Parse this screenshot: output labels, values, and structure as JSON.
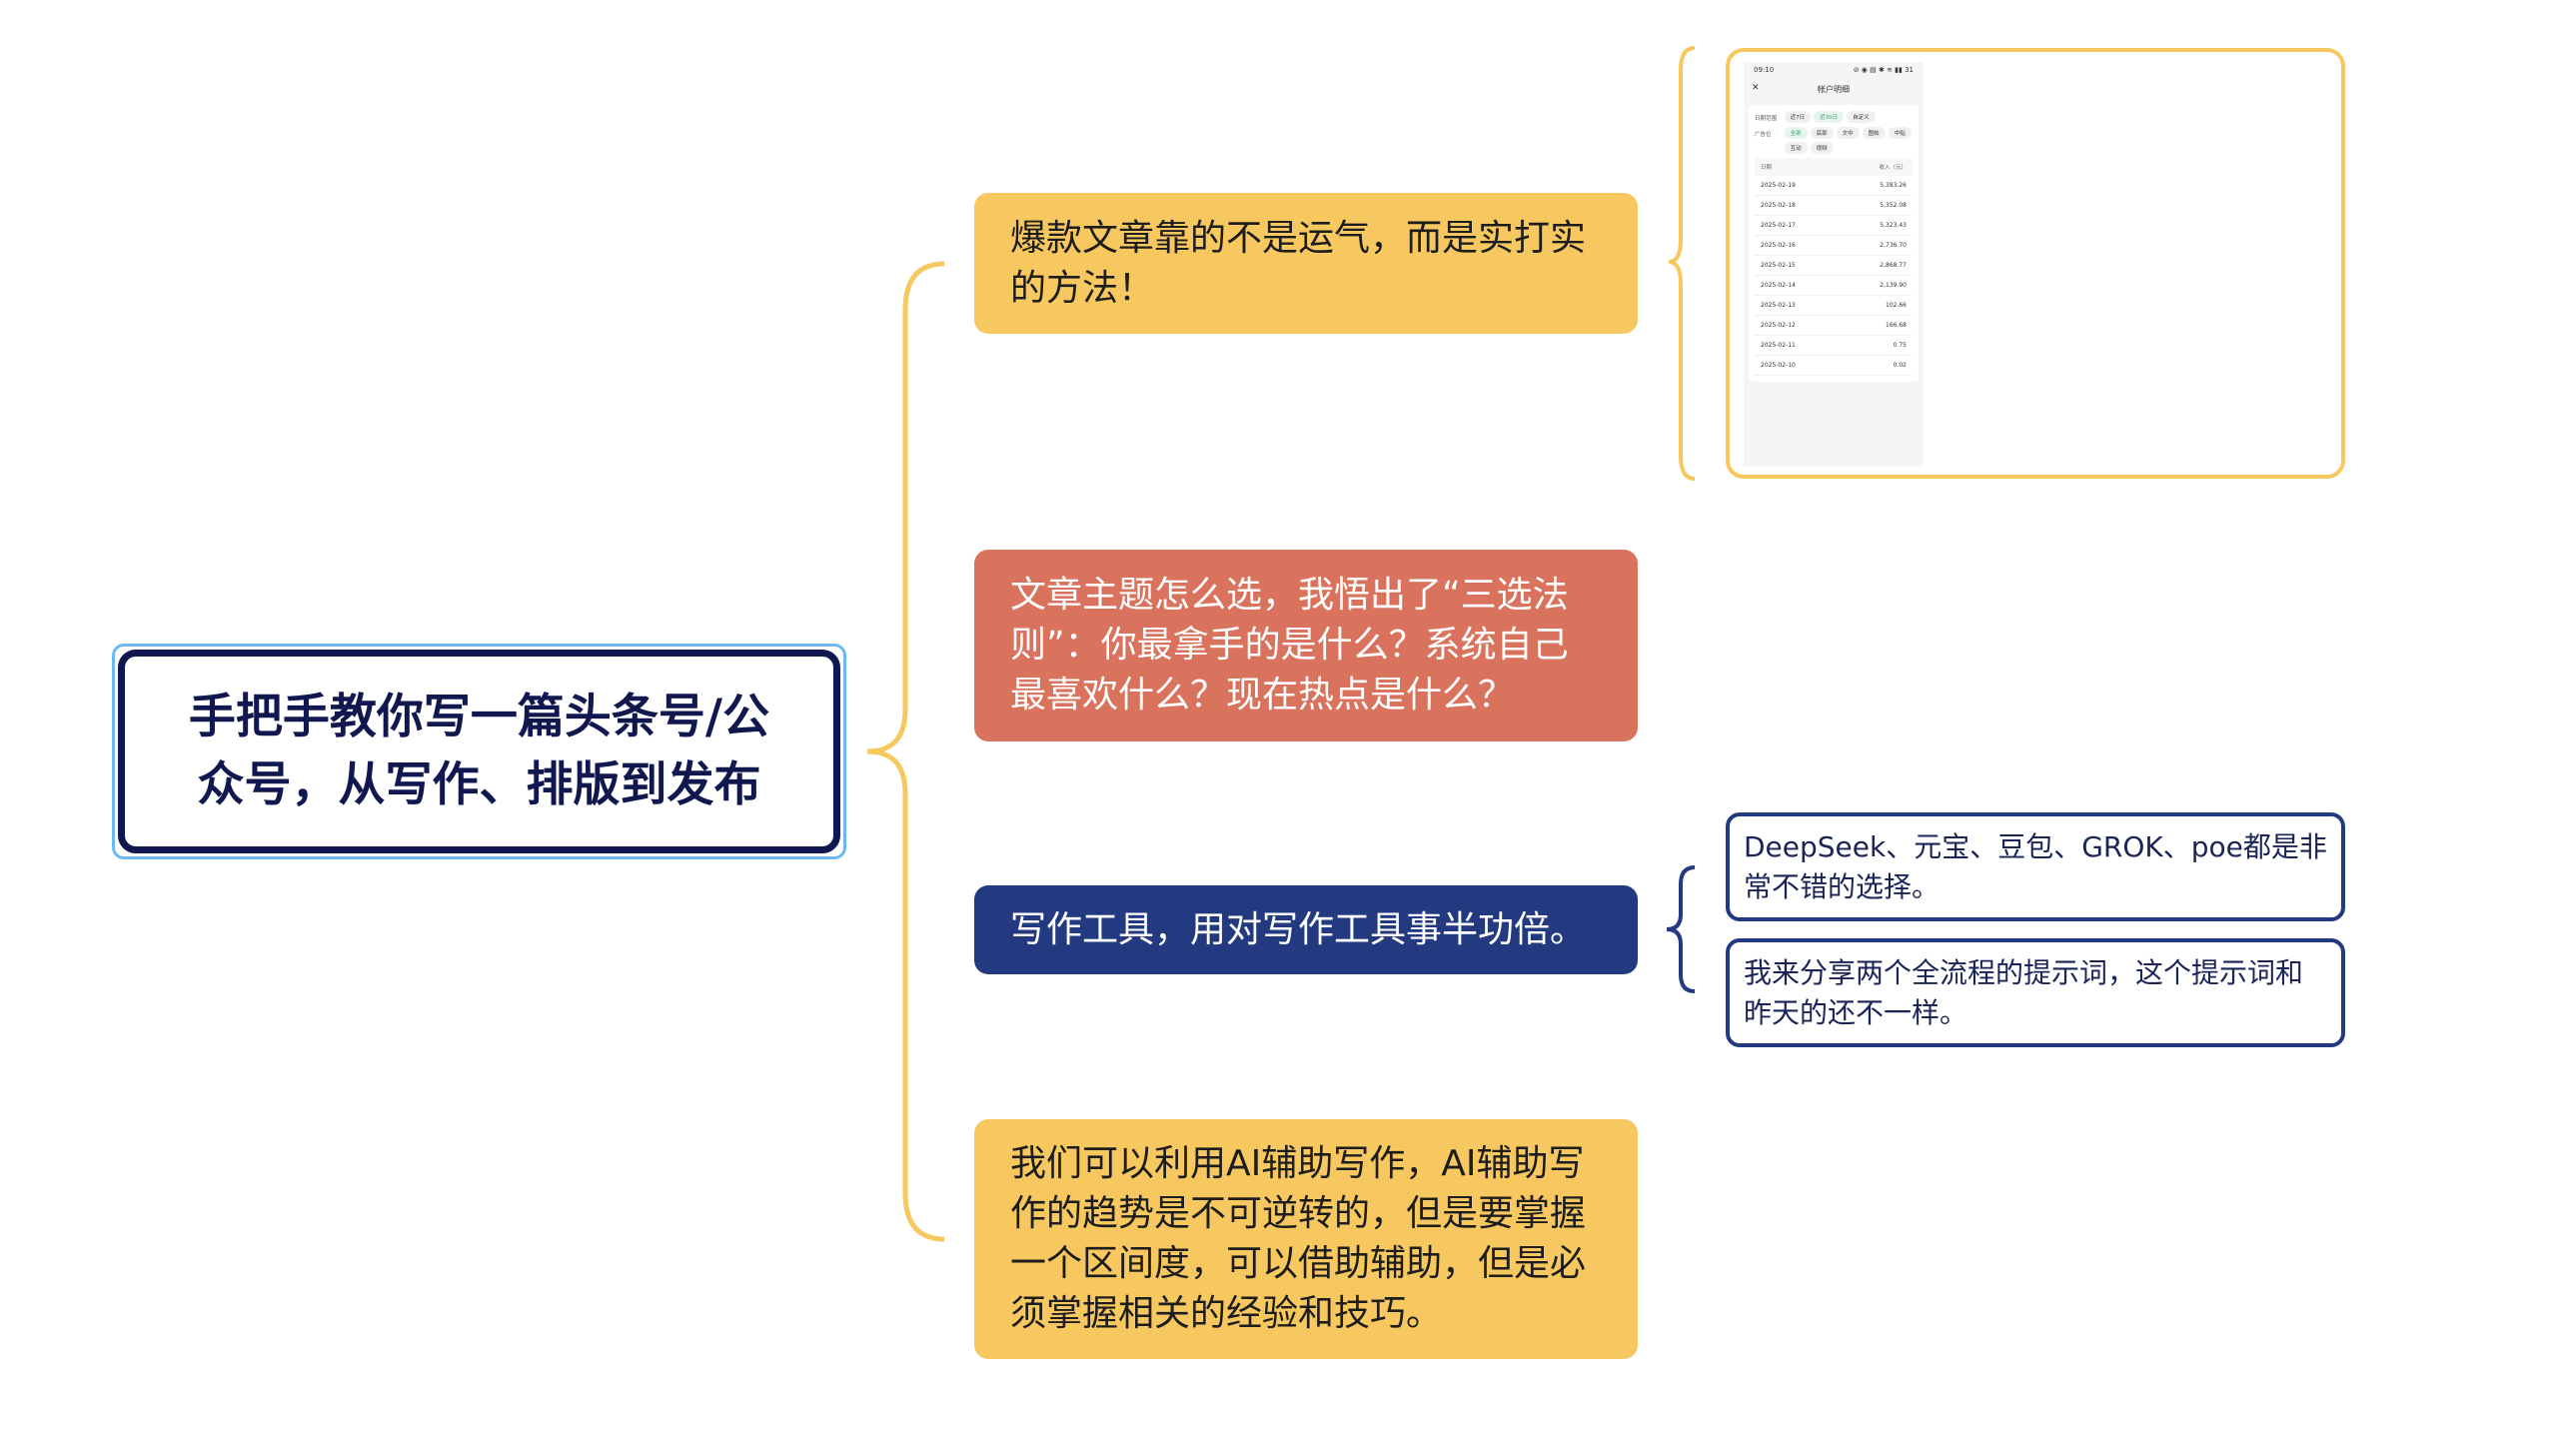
{
  "root": {
    "text": "手把手教你写一篇头条号/公众号，从写作、排版到发布"
  },
  "branches": [
    {
      "text": "爆款文章靠的不是运气，而是实打实的方法！"
    },
    {
      "text": "文章主题怎么选，我悟出了“三选法则”：你最拿手的是什么？系统自己最喜欢什么？现在热点是什么？"
    },
    {
      "text": "写作工具，用对写作工具事半功倍。"
    },
    {
      "text": "我们可以利用AI辅助写作，AI辅助写作的趋势是不可逆转的，但是要掌握一个区间度，可以借助辅助，但是必须掌握相关的经验和技巧。"
    }
  ],
  "children": [
    {
      "text": "DeepSeek、元宝、豆包、GROK、poe都是非常不错的选择。"
    },
    {
      "text": "我来分享两个全流程的提示词，这个提示词和昨天的还不一样。"
    }
  ],
  "phone": {
    "time": "09:10",
    "status_icons": "⊘ ◉ ▤ ✱ ≋ ▮▮ 31",
    "title": "帐户明细",
    "close": "✕",
    "date_range_label": "日期范围",
    "date_chips": [
      "近7日",
      "近30日",
      "自定义"
    ],
    "ad_label": "广告位",
    "ad_chips": [
      "全部",
      "底部",
      "文中",
      "图帖",
      "中贴",
      "互动",
      "视频"
    ],
    "col_date": "日期",
    "col_income": "收入（元）",
    "rows": [
      [
        "2025-02-19",
        "5,383.26"
      ],
      [
        "2025-02-18",
        "5,352.08"
      ],
      [
        "2025-02-17",
        "5,323.43"
      ],
      [
        "2025-02-16",
        "2,736.70"
      ],
      [
        "2025-02-15",
        "2,868.77"
      ],
      [
        "2025-02-14",
        "2,139.90"
      ],
      [
        "2025-02-13",
        "102.66"
      ],
      [
        "2025-02-12",
        "166.68"
      ],
      [
        "2025-02-11",
        "0.75"
      ],
      [
        "2025-02-10",
        "0.02"
      ]
    ]
  },
  "colors": {
    "yellow": "#f6c85f",
    "red": "#d9735e",
    "navy": "#233a80",
    "root_border": "#10184f"
  }
}
